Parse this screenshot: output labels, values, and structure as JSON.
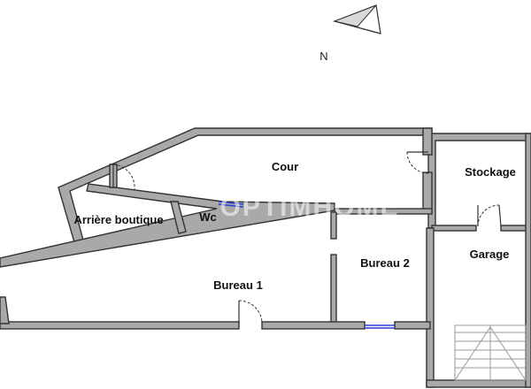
{
  "compass": {
    "label": "N"
  },
  "watermark": {
    "text": "OPTIMHOME"
  },
  "rooms": {
    "cour": "Cour",
    "stockage": "Stockage",
    "arriere_boutique": "Arrière boutique",
    "wc": "Wc",
    "bureau_2": "Bureau 2",
    "garage": "Garage",
    "bureau_1": "Bureau 1"
  }
}
